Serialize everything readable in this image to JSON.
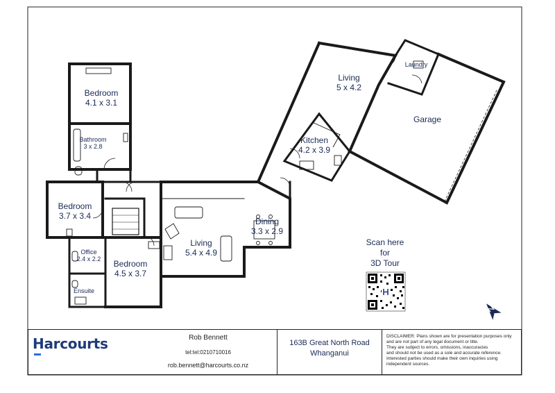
{
  "rooms": {
    "bedroom1": {
      "name": "Bedroom",
      "dims": "4.1 x 3.1"
    },
    "bathroom": {
      "name": "Bathroom",
      "dims": "3 x 2.8"
    },
    "bedroom2": {
      "name": "Bedroom",
      "dims": "3.7 x 3.4"
    },
    "office": {
      "name": "Office",
      "dims": "2.4 x 2.2"
    },
    "bedroom3": {
      "name": "Bedroom",
      "dims": "4.5 x 3.7"
    },
    "ensuite": {
      "name": "Ensuite"
    },
    "living_main": {
      "name": "Living",
      "dims": "5.4 x 4.9"
    },
    "dining": {
      "name": "Dining",
      "dims": "3.3 x 2.9"
    },
    "kitchen": {
      "name": "Kitchen",
      "dims": "4.2 x 3.9"
    },
    "living_upper": {
      "name": "Living",
      "dims": "5 x 4.2"
    },
    "laundry": {
      "name": "Laundry"
    },
    "garage": {
      "name": "Garage"
    }
  },
  "scan": {
    "line1": "Scan here",
    "line2": "for",
    "line3": "3D Tour"
  },
  "qr_icon": "qr-code",
  "compass_icon": "north-arrow",
  "footer": {
    "brand": "Harcourts",
    "brand_color": "#1f3a7a",
    "accent_color": "#2c6fd6",
    "agent_name": "Rob Bennett",
    "agent_tel": "tel:tel:0210710016",
    "agent_email": "rob.bennett@harcourts.co.nz",
    "address_line1": "163B Great North Road",
    "address_line2": "Whanganui",
    "disclaimer": [
      "DISCLAIMER:  Plans shown are for presentation purposes only",
      "and are not part of any legal document or title.",
      "They are subject to errors, omissions, inaccuracies",
      "and should not be used as a sole and accurate reference.",
      "Interested parties should make their own inquiries using",
      "independent sources."
    ]
  }
}
